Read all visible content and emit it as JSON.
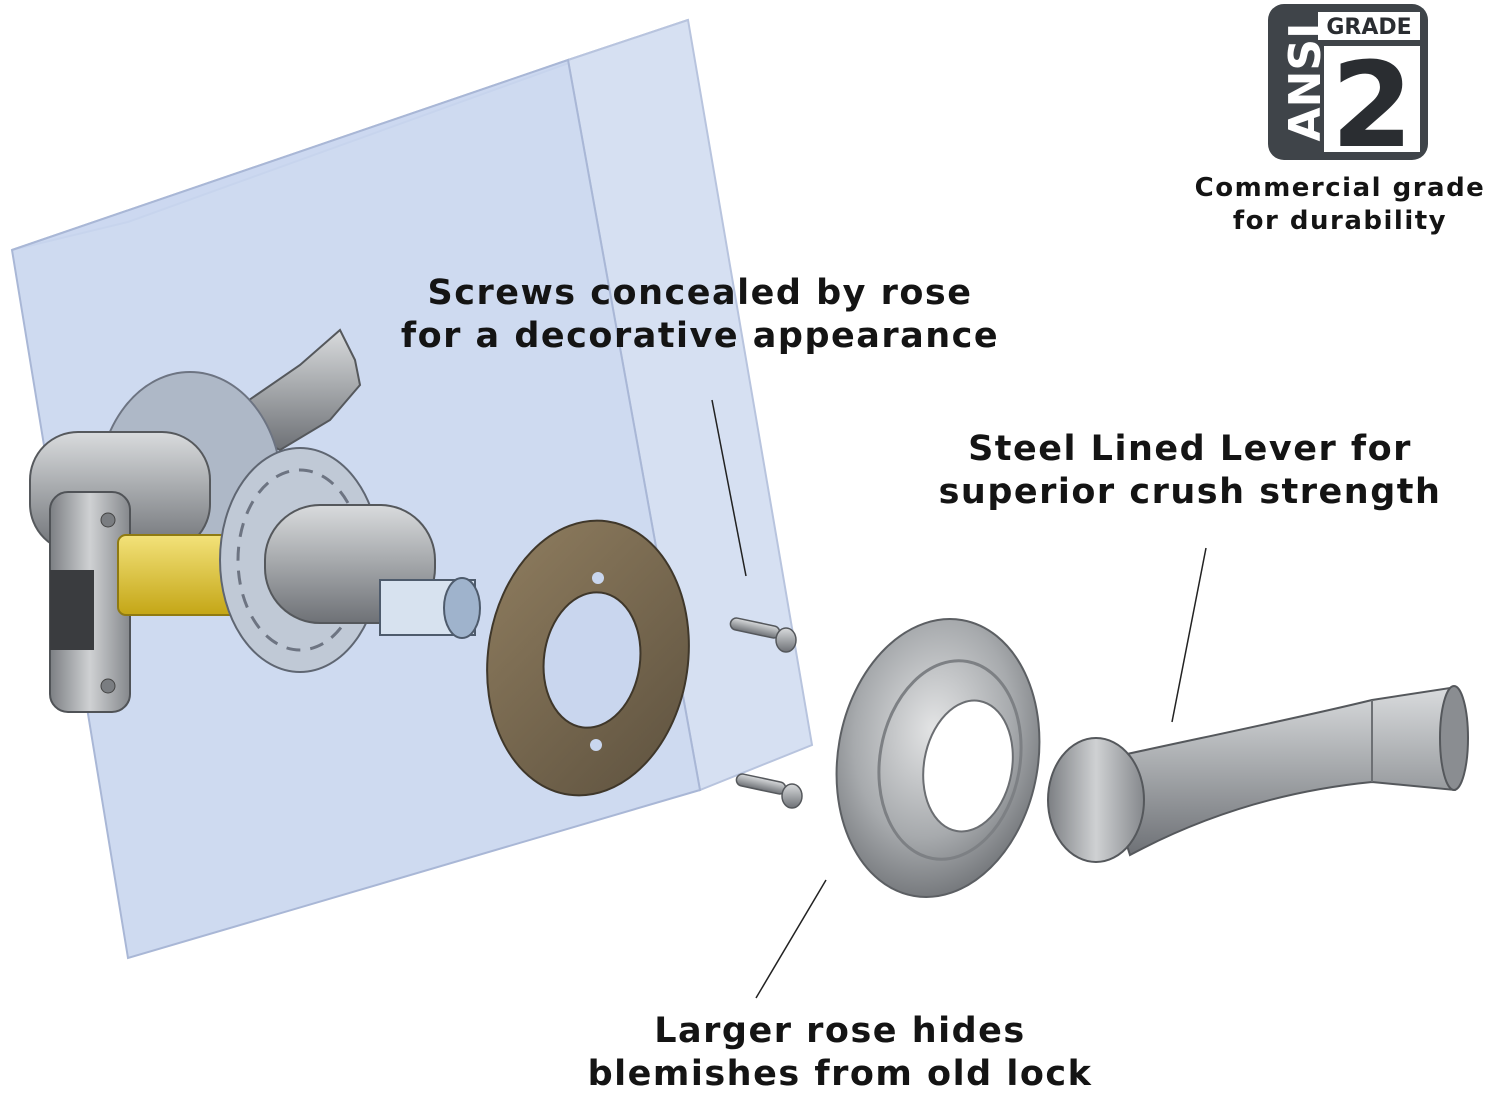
{
  "badge": {
    "top_label": "GRADE",
    "side_label": "ANSI",
    "grade_number": "2",
    "caption_line1": "Commercial grade",
    "caption_line2": "for durability"
  },
  "callouts": {
    "screws": {
      "line1": "Screws concealed by rose",
      "line2": "for a decorative appearance"
    },
    "lever": {
      "line1": "Steel Lined Lever for",
      "line2": "superior crush strength"
    },
    "rose": {
      "line1": "Larger rose hides",
      "line2": "blemishes from old lock"
    }
  },
  "colors": {
    "door_face": "#c9d6ee",
    "door_edge": "#dfe7f6",
    "metal": "#a9acaf",
    "metal_dark": "#6e7176",
    "brass": "#e2c62a",
    "badge_bg": "#3f4449"
  }
}
